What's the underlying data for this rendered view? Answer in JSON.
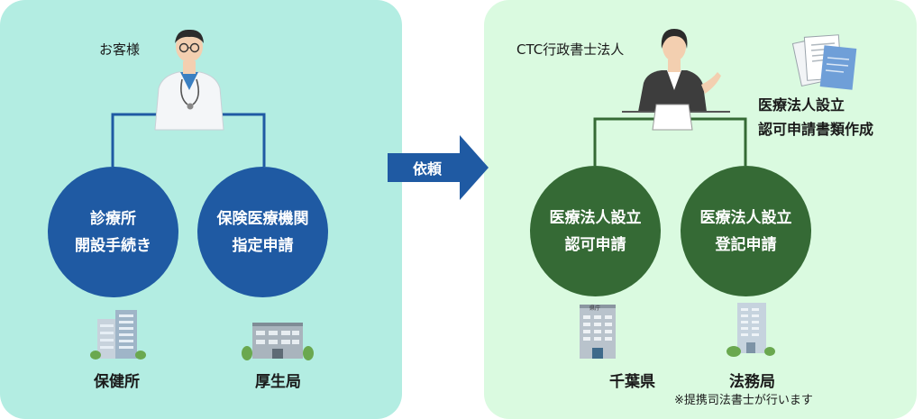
{
  "left": {
    "customer_label": "お客様",
    "circle1_line1": "診療所",
    "circle1_line2": "開設手続き",
    "circle2_line1": "保険医療機関",
    "circle2_line2": "指定申請",
    "office1": "保健所",
    "office2": "厚生局"
  },
  "arrow_label": "依頼",
  "right": {
    "firm_label": "CTC行政書士法人",
    "docs_line1": "医療法人設立",
    "docs_line2": "認可申請書類作成",
    "circle1_line1": "医療法人設立",
    "circle1_line2": "認可申請",
    "circle2_line1": "医療法人設立",
    "circle2_line2": "登記申請",
    "office1": "千葉県",
    "office2": "法務局",
    "note": "※提携司法書士が行います",
    "sign_text": "県庁"
  },
  "colors": {
    "left_bg": "#b3ede2",
    "right_bg": "#dafae0",
    "blue": "#1f5aa3",
    "green": "#356a35"
  }
}
